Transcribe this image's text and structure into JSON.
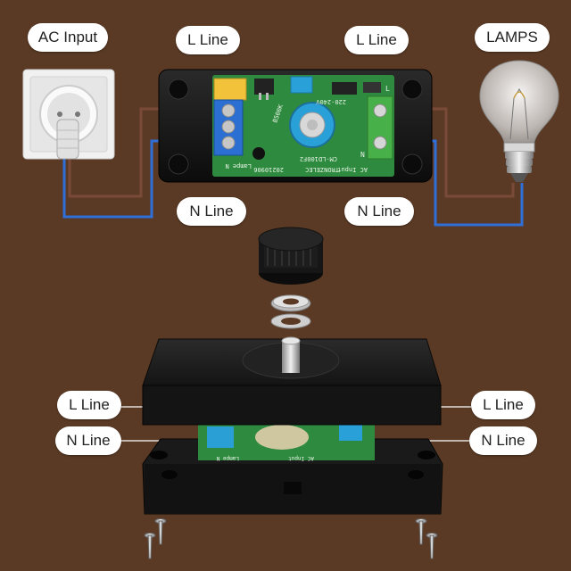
{
  "labels": {
    "ac_input": "AC Input",
    "l_line_top_left": "L Line",
    "l_line_top_right": "L Line",
    "lamps": "LAMPS",
    "n_line_mid_left": "N Line",
    "n_line_mid_right": "N Line",
    "l_line_side_left": "L Line",
    "l_line_side_right": "L Line",
    "n_line_side_left": "N Line",
    "n_line_side_right": "N Line"
  },
  "board": {
    "model": "CM-LD100F2",
    "brand": "TRONZELEC",
    "date": "20210906",
    "voltage": "220-240V",
    "ac_input": "AC Input",
    "pot": "B500K",
    "lamps": "Lampe N",
    "l_mark": "L",
    "n_mark": "N"
  },
  "colors": {
    "background": "#5a3a24",
    "live_wire": "#7a4a38",
    "neutral_wire": "#2f6fd8",
    "pcb": "#2e8a3e",
    "enclosure": "#151515"
  }
}
